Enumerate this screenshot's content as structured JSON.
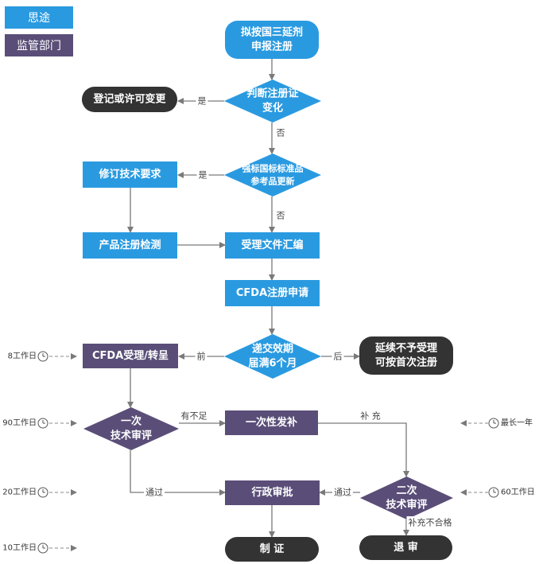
{
  "legend": {
    "thinktour": "思途",
    "regulator": "监管部门"
  },
  "colors": {
    "blue": "#2a9ae0",
    "purple": "#5a4e78",
    "dark": "#333333",
    "line": "#7a7a7a"
  },
  "nodes": {
    "start": [
      "拟按国三延剂",
      "申报注册"
    ],
    "judge_change": [
      "判断注册证",
      "变化"
    ],
    "register_change": [
      "登记或许可变更"
    ],
    "ref_update": [
      "强标国标标准品",
      "参考品更新"
    ],
    "revise_req": [
      "修订技术要求"
    ],
    "product_test": [
      "产品注册检测"
    ],
    "doc_compile": [
      "受理文件汇编"
    ],
    "cfda_apply": [
      "CFDA注册申请"
    ],
    "submit_check": [
      "递交效期",
      "届满6个月"
    ],
    "no_accept": [
      "延续不予受理",
      "可按首次注册"
    ],
    "cfda_accept": [
      "CFDA受理/转呈"
    ],
    "first_review": [
      "一次",
      "技术审评"
    ],
    "supplement": [
      "一次性发补"
    ],
    "second_review": [
      "二次",
      "技术审评"
    ],
    "admin_approve": [
      "行政审批"
    ],
    "certify": [
      "制 证"
    ],
    "reject": [
      "退 审"
    ]
  },
  "edge_labels": {
    "yes1": "是",
    "no1": "否",
    "yes2": "是",
    "no2": "否",
    "before": "前",
    "after": "后",
    "insufficient": "有不足",
    "supplement": "补 充",
    "pass1": "通过",
    "pass2": "通过",
    "fail": "补充不合格"
  },
  "timings": {
    "t1": "8工作日",
    "t2": "90工作日",
    "t3": "20工作日",
    "t4": "10工作日",
    "t5": "最长一年",
    "t6": "60工作日"
  }
}
